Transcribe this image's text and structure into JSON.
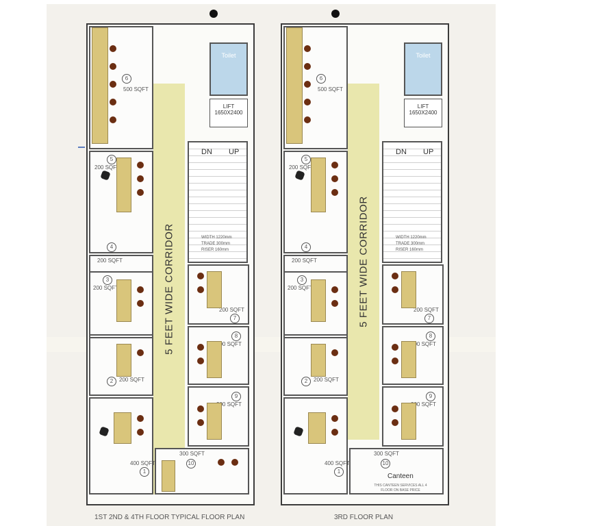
{
  "plans": [
    {
      "key": "left",
      "caption": "1ST 2ND & 4TH FLOOR TYPICAL FLOOR PLAN",
      "corridor": "5 FEET WIDE CORRIDOR",
      "toilet": "Toilet",
      "lift": "LIFT",
      "lift_size": "1650X2400",
      "stair_down": "DN",
      "stair_up": "UP",
      "stair_spec": [
        "WIDTH 1220mm",
        "TRADE 300mm",
        "RISER 160mm"
      ],
      "rooms": [
        {
          "num": "6",
          "area": "500 SQFT"
        },
        {
          "num": "5",
          "area": "200 SQFT"
        },
        {
          "num": "4",
          "area": "200 SQFT"
        },
        {
          "num": "3",
          "area": "200 SQFT"
        },
        {
          "num": "2",
          "area": "200 SQFT"
        },
        {
          "num": "1",
          "area": "400 SQFT"
        },
        {
          "num": "7",
          "area": "200 SQFT"
        },
        {
          "num": "8",
          "area": "200 SQFT"
        },
        {
          "num": "9",
          "area": "200 SQFT"
        },
        {
          "num": "10",
          "area": "300 SQFT"
        }
      ]
    },
    {
      "key": "right",
      "caption": "3RD FLOOR PLAN",
      "corridor": "5 FEET WIDE CORRIDOR",
      "toilet": "Toilet",
      "lift": "LIFT",
      "lift_size": "1650X2400",
      "stair_down": "DN",
      "stair_up": "UP",
      "stair_spec": [
        "WIDTH 1220mm",
        "TRADE 300mm",
        "RISER 160mm"
      ],
      "canteen": "Canteen",
      "canteen_note": "THIS CANTEEN SERVICES ALL 4 FLOOR ON BASE PRICE",
      "rooms": [
        {
          "num": "6",
          "area": "500 SQFT"
        },
        {
          "num": "5",
          "area": "200 SQFT"
        },
        {
          "num": "4",
          "area": "200 SQFT"
        },
        {
          "num": "3",
          "area": "200 SQFT"
        },
        {
          "num": "2",
          "area": "200 SQFT"
        },
        {
          "num": "1",
          "area": "400 SQFT"
        },
        {
          "num": "7",
          "area": "200 SQFT"
        },
        {
          "num": "8",
          "area": "200 SQFT"
        },
        {
          "num": "9",
          "area": "200 SQFT"
        },
        {
          "num": "10",
          "area": "300 SQFT"
        }
      ]
    }
  ]
}
